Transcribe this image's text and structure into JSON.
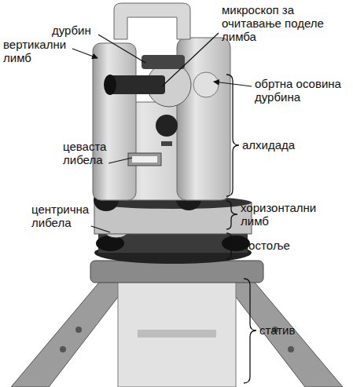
{
  "diagram": {
    "labels": [
      "дурбин",
      "вертикални лимб",
      "микроскоп за очитавање поделе лимба",
      "обртна осовина дурбина",
      "алхидада",
      "цеваста либела",
      "центрична либела",
      "хоризонтални лимб",
      "постоље",
      "статив"
    ]
  }
}
